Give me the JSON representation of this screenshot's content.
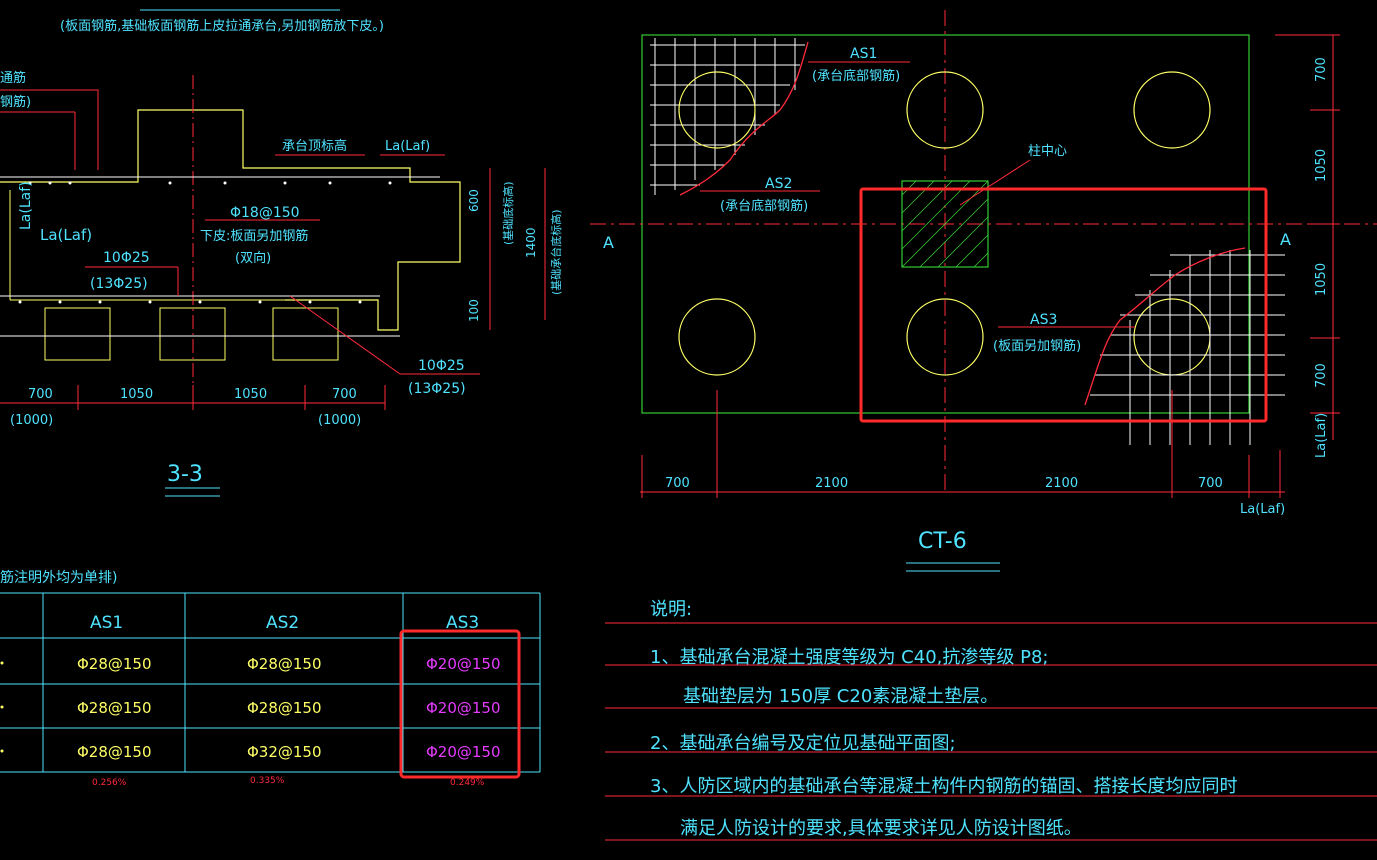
{
  "section": {
    "top_note": "(板面钢筋,基础板面钢筋上皮拉通承台,另加钢筋放下皮。)",
    "left_label_1": "通筋",
    "left_label_2": "钢筋)",
    "la_laf_vertical": "La(Laf)",
    "la_laf": "La(Laf)",
    "cap_top_elev": "承台顶标高",
    "la_laf_top": "La(Laf)",
    "bar_top": "Φ18@150",
    "bar_bottom_note": "下皮:板面另加钢筋",
    "bar_bottom_note2": "(双向)",
    "bar_left_1": "10Φ25",
    "bar_left_2": "(13Φ25)",
    "bar_right_1": "10Φ25",
    "bar_right_2": "(13Φ25)",
    "dim_600": "600",
    "dim_1400": "1400",
    "dim_100": "100",
    "note_bottom_elev": "(基础底标高)",
    "note_cap_elev": "(基础承台底标高)",
    "dims": [
      "700",
      "1050",
      "1050",
      "700"
    ],
    "dims_sub": [
      "(1000)",
      "(1000)"
    ],
    "title": "3-3"
  },
  "plan": {
    "as1_label": "AS1",
    "as1_note": "(承台底部钢筋)",
    "as2_label": "AS2",
    "as2_note": "(承台底部钢筋)",
    "as3_label": "AS3",
    "as3_note": "(板面另加钢筋)",
    "column_center": "柱中心",
    "section_mark_left": "A",
    "section_mark_right": "A",
    "right_dims": [
      "700",
      "1050",
      "1050",
      "700"
    ],
    "right_la": "La(Laf)",
    "bottom_dims": [
      "700",
      "2100",
      "2100",
      "700"
    ],
    "bottom_la": "La(Laf)",
    "title": "CT-6"
  },
  "table": {
    "header_note": "筋注明外均为单排)",
    "columns": [
      "AS1",
      "AS2",
      "AS3"
    ],
    "rows": [
      [
        "Φ28@150",
        "Φ28@150",
        "Φ20@150"
      ],
      [
        "Φ28@150",
        "Φ28@150",
        "Φ20@150"
      ],
      [
        "Φ28@150",
        "Φ32@150",
        "Φ20@150"
      ]
    ],
    "ratios": [
      "0.256%",
      "0.335%",
      "0.249%"
    ]
  },
  "notes": {
    "heading": "说明:",
    "lines": [
      "1、基础承台混凝土强度等级为 C40,抗渗等级 P8;",
      "基础垫层为 150厚 C20素混凝土垫层。",
      "2、基础承台编号及定位见基础平面图;",
      "3、人防区域内的基础承台等混凝土构件内钢筋的锚固、搭接长度均应同时",
      "满足人防设计的要求,具体要求详见人防设计图纸。"
    ]
  },
  "colors": {
    "cyan": "#4fe3ff",
    "yellow": "#ffff66",
    "magenta": "#e63bff",
    "red_line": "#ff2a3c",
    "green": "#33cc33",
    "highlight": "#ff2a2a"
  }
}
